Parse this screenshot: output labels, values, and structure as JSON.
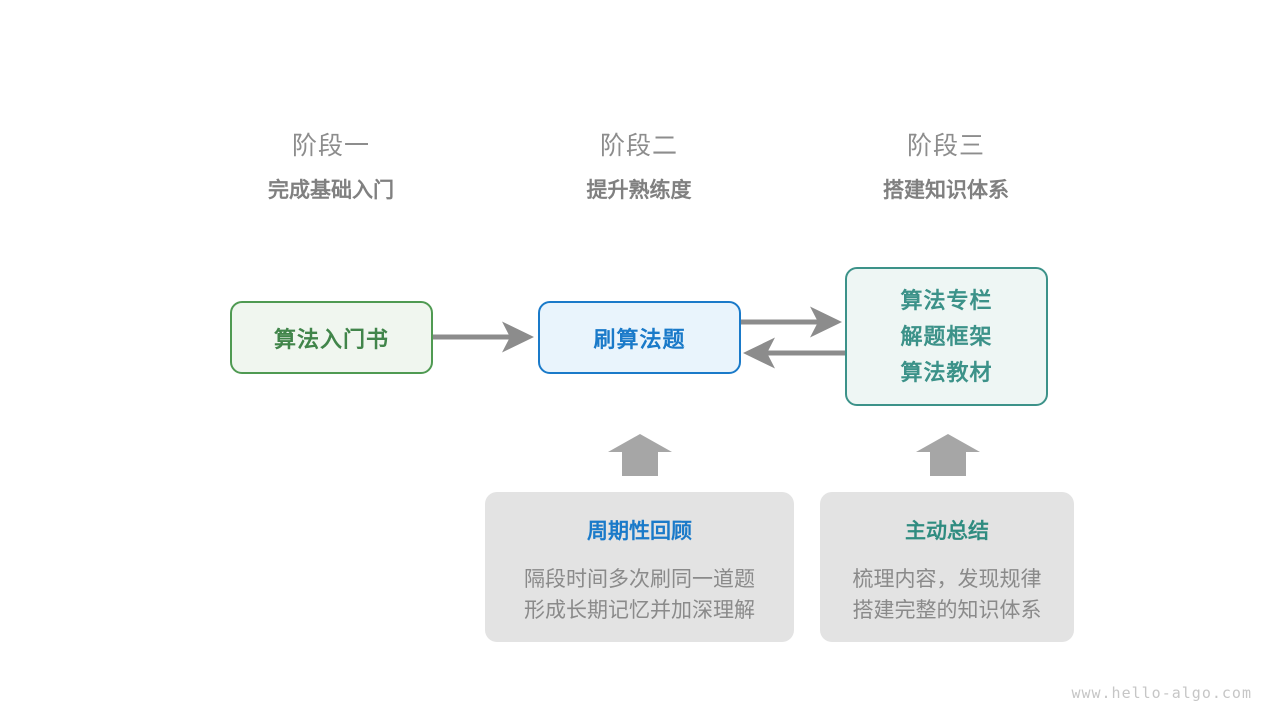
{
  "stages": [
    {
      "title": "阶段一",
      "subtitle": "完成基础入门"
    },
    {
      "title": "阶段二",
      "subtitle": "提升熟练度"
    },
    {
      "title": "阶段三",
      "subtitle": "搭建知识体系"
    }
  ],
  "nodes": {
    "book": {
      "label": "算法入门书"
    },
    "practice": {
      "label": "刷算法题"
    },
    "system": {
      "line1": "算法专栏",
      "line2": "解题框架",
      "line3": "算法教材"
    }
  },
  "notes": [
    {
      "title": "周期性回顾",
      "body_line1": "隔段时间多次刷同一道题",
      "body_line2": "形成长期记忆并加深理解"
    },
    {
      "title": "主动总结",
      "body_line1": "梳理内容，发现规律",
      "body_line2": "搭建完整的知识体系"
    }
  ],
  "watermark": "www.hello-algo.com",
  "colors": {
    "green": "#4f9a52",
    "green_fill": "#f0f6ef",
    "blue": "#1a7ac9",
    "blue_fill": "#e9f4fc",
    "teal": "#3c9289",
    "teal_fill": "#eef6f4",
    "gray_card": "#e3e3e3",
    "arrow_gray": "#8c8c8c",
    "block_arrow_gray": "#a6a6a6",
    "header_gray": "#8d8d8d",
    "watermark_gray": "#c6c6c6"
  }
}
